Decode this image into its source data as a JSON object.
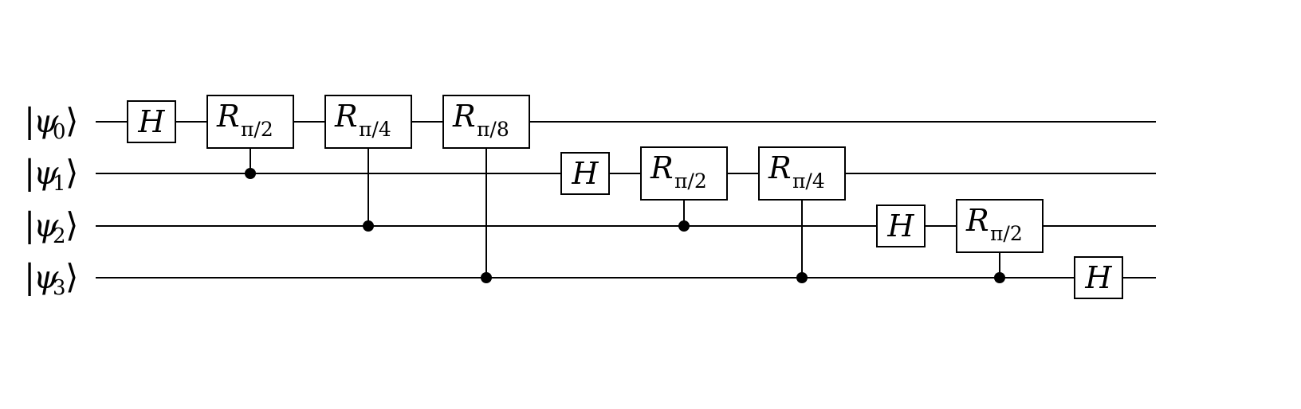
{
  "circuit": {
    "qubits": [
      {
        "label_symbol": "ψ",
        "label_index": "0"
      },
      {
        "label_symbol": "ψ",
        "label_index": "1"
      },
      {
        "label_symbol": "ψ",
        "label_index": "2"
      },
      {
        "label_symbol": "ψ",
        "label_index": "3"
      }
    ],
    "gates": [
      {
        "name": "H",
        "sub": "",
        "target": 0,
        "control": null,
        "step": 0
      },
      {
        "name": "R",
        "sub": "π/2",
        "target": 0,
        "control": 1,
        "step": 1
      },
      {
        "name": "R",
        "sub": "π/4",
        "target": 0,
        "control": 2,
        "step": 2
      },
      {
        "name": "R",
        "sub": "π/8",
        "target": 0,
        "control": 3,
        "step": 3
      },
      {
        "name": "H",
        "sub": "",
        "target": 1,
        "control": null,
        "step": 4
      },
      {
        "name": "R",
        "sub": "π/2",
        "target": 1,
        "control": 2,
        "step": 5
      },
      {
        "name": "R",
        "sub": "π/4",
        "target": 1,
        "control": 3,
        "step": 6
      },
      {
        "name": "H",
        "sub": "",
        "target": 2,
        "control": null,
        "step": 7
      },
      {
        "name": "R",
        "sub": "π/2",
        "target": 2,
        "control": 3,
        "step": 8
      },
      {
        "name": "H",
        "sub": "",
        "target": 3,
        "control": null,
        "step": 9
      }
    ]
  }
}
